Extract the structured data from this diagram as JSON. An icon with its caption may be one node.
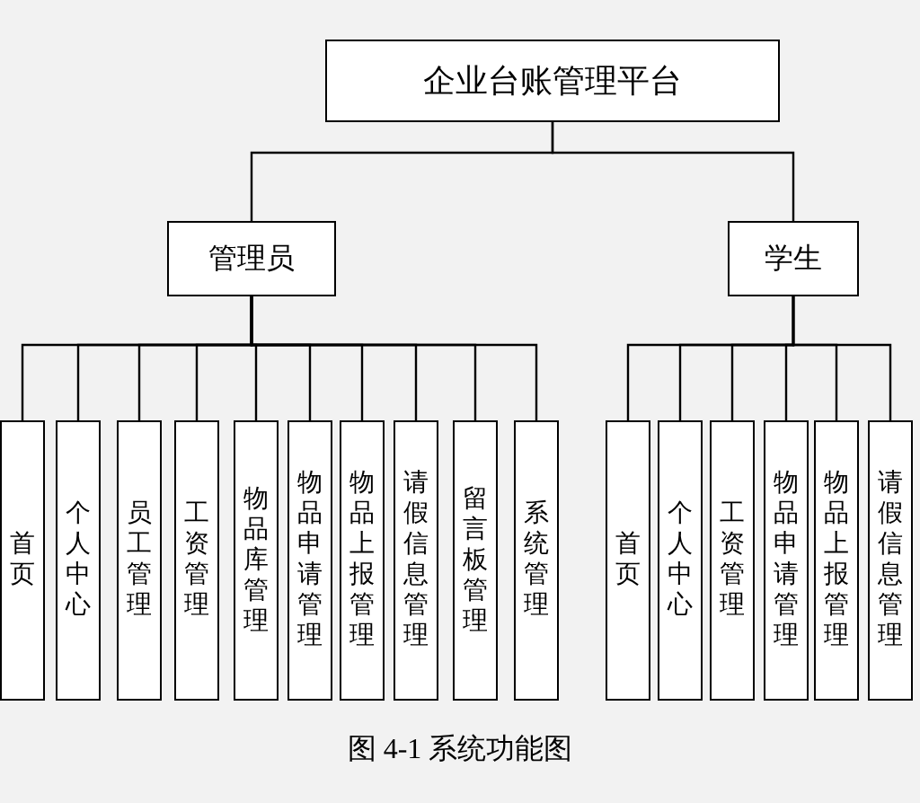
{
  "diagram": {
    "caption": "图 4-1  系统功能图",
    "nodes": [
      {
        "text": [
          "企业台账管理平台"
        ]
      },
      {
        "text": [
          "管理员"
        ]
      },
      {
        "text": [
          "学生"
        ]
      },
      {
        "text": [
          "首页"
        ]
      },
      {
        "text": [
          "个人中心"
        ]
      },
      {
        "text": [
          "员工管理"
        ]
      },
      {
        "text": [
          "工资管理"
        ]
      },
      {
        "text": [
          "物品库管理"
        ]
      },
      {
        "text": [
          "物品申请管理"
        ]
      },
      {
        "text": [
          "物品上报管理"
        ]
      },
      {
        "text": [
          "请假信息管理"
        ]
      },
      {
        "text": [
          "留言板管理"
        ]
      },
      {
        "text": [
          "系统管理"
        ]
      },
      {
        "text": [
          "首页"
        ]
      },
      {
        "text": [
          "个人中心"
        ]
      },
      {
        "text": [
          "工资管理"
        ]
      },
      {
        "text": [
          "物品申请管理"
        ]
      },
      {
        "text": [
          "物品上报管理"
        ]
      },
      {
        "text": [
          "请假信息管理"
        ]
      }
    ],
    "edges": [
      {
        "from": 0,
        "to": 1,
        "arrow": "none"
      },
      {
        "from": 0,
        "to": 2,
        "arrow": "none"
      },
      {
        "from": 1,
        "to": 3,
        "arrow": "none"
      },
      {
        "from": 1,
        "to": 4,
        "arrow": "none"
      },
      {
        "from": 1,
        "to": 5,
        "arrow": "none"
      },
      {
        "from": 1,
        "to": 6,
        "arrow": "none"
      },
      {
        "from": 1,
        "to": 7,
        "arrow": "none"
      },
      {
        "from": 1,
        "to": 8,
        "arrow": "none"
      },
      {
        "from": 1,
        "to": 9,
        "arrow": "none"
      },
      {
        "from": 1,
        "to": 10,
        "arrow": "none"
      },
      {
        "from": 1,
        "to": 11,
        "arrow": "none"
      },
      {
        "from": 1,
        "to": 12,
        "arrow": "none"
      },
      {
        "from": 2,
        "to": 13,
        "arrow": "none"
      },
      {
        "from": 2,
        "to": 14,
        "arrow": "none"
      },
      {
        "from": 2,
        "to": 15,
        "arrow": "none"
      },
      {
        "from": 2,
        "to": 16,
        "arrow": "none"
      },
      {
        "from": 2,
        "to": 17,
        "arrow": "none"
      },
      {
        "from": 2,
        "to": 18,
        "arrow": "none"
      }
    ]
  }
}
